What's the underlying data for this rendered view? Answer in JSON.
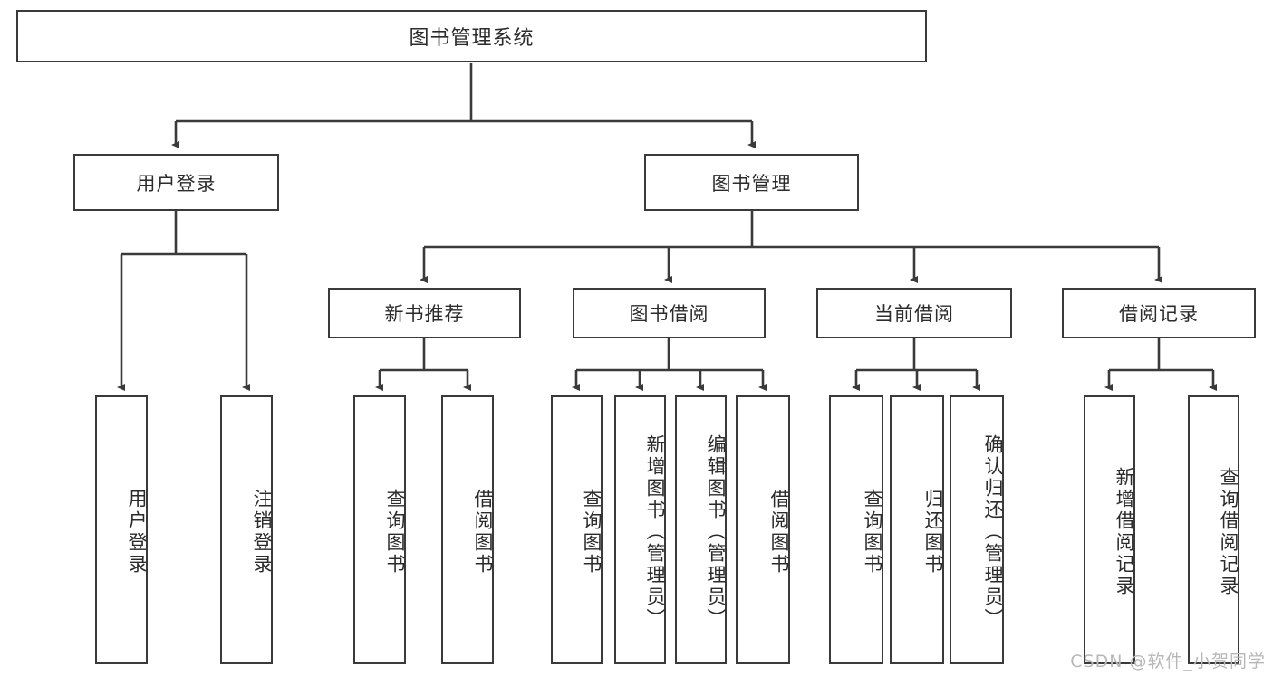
{
  "diagram": {
    "title": "图书管理系统",
    "type": "tree",
    "watermark": "CSDN @软件_小贺同学",
    "colors": {
      "background": "#ffffff",
      "stroke": "#3a3a3a",
      "text": "#2b2b2b",
      "watermark": "#b8b8b8"
    },
    "nodes": {
      "root": {
        "label": "图书管理系统"
      },
      "level1": [
        {
          "label": "用户登录"
        },
        {
          "label": "图书管理"
        }
      ],
      "level2": [
        {
          "label": "新书推荐"
        },
        {
          "label": "图书借阅"
        },
        {
          "label": "当前借阅"
        },
        {
          "label": "借阅记录"
        }
      ],
      "user_login_children": [
        {
          "label": "用户登录"
        },
        {
          "label": "注销登录"
        }
      ],
      "new_book_children": [
        {
          "label": "查询图书"
        },
        {
          "label": "借阅图书"
        }
      ],
      "borrow_children": [
        {
          "label": "查询图书"
        },
        {
          "label": "新增图书（管理员）"
        },
        {
          "label": "编辑图书（管理员）"
        },
        {
          "label": "借阅图书"
        }
      ],
      "current_borrow_children": [
        {
          "label": "查询图书"
        },
        {
          "label": "归还图书"
        },
        {
          "label": "确认归还（管理员）"
        }
      ],
      "record_children": [
        {
          "label": "新增借阅记录"
        },
        {
          "label": "查询借阅记录"
        }
      ]
    }
  }
}
